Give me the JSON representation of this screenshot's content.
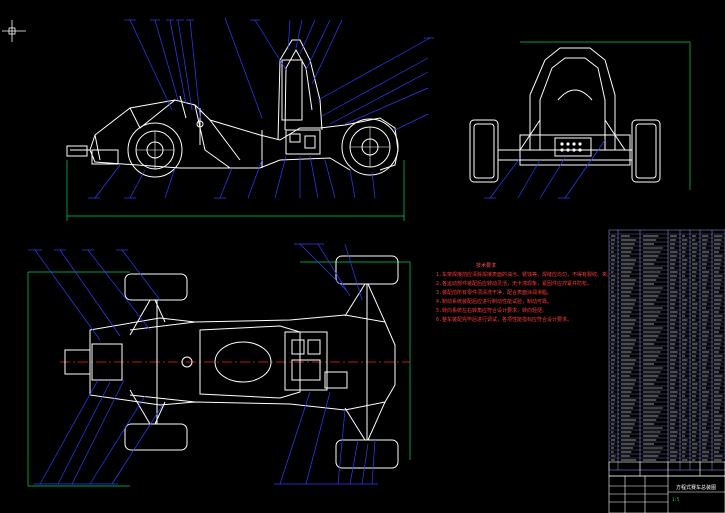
{
  "drawing": {
    "colors": {
      "background": "#000000",
      "outline": "#ffffff",
      "leader": "#2f3cff",
      "dimension": "#00d060",
      "centerline": "#ff2020",
      "notes": "#ff3b3b",
      "table": "#9aa0ff"
    },
    "tech_notes": {
      "heading": "技术要求",
      "lines": [
        "1.车架焊接前应清除焊接表面的油污、锈蚀等，焊缝应均匀，不得有裂纹、夹渣等缺陷。",
        "2.各运动部件装配后应转动灵活，无卡滞现象，紧固件应拧紧并防松。",
        "3.装配前所有零件须清洗干净，配合表面涂润滑脂。",
        "4.制动系统装配后应进行制动性能试验，制动可靠。",
        "5.转向系统左右转角应符合设计要求，转向轻便。",
        "6.整车装配完毕后进行调试，各项性能指标应符合设计要求。"
      ]
    },
    "title_block": {
      "name": "方程式赛车总装图",
      "sub": "1:5"
    },
    "icons": [
      "crosshair-cursor-icon"
    ]
  }
}
